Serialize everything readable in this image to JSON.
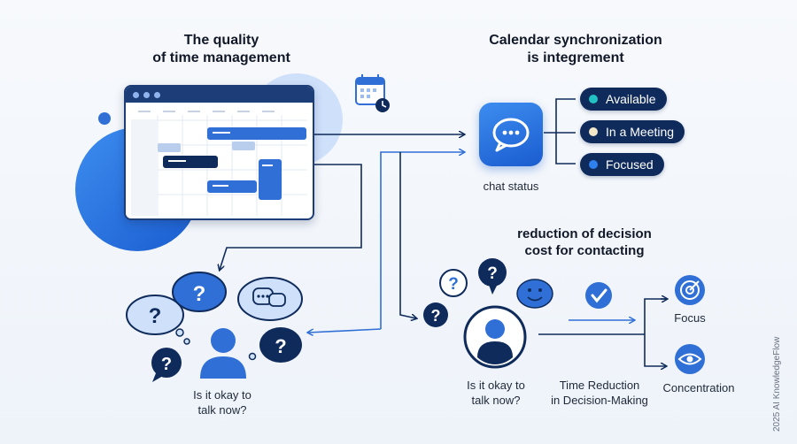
{
  "titles": {
    "left": [
      "The quality",
      "of time management"
    ],
    "right": [
      "Calendar synchronization",
      "is integrement"
    ],
    "lower_right": [
      "reduction of decision",
      "cost for contacting"
    ]
  },
  "chat_status": {
    "label": "chat status",
    "statuses": [
      {
        "label": "Available",
        "dot_color": "#22c1c3"
      },
      {
        "label": "In a Meeting",
        "dot_color": "#f3e8c8"
      },
      {
        "label": "Focused",
        "dot_color": "#2f80ed"
      }
    ]
  },
  "questions": {
    "left_caption": [
      "Is it okay to",
      "talk now?"
    ],
    "right_caption": [
      "Is it okay to",
      "talk now?"
    ]
  },
  "outcomes": {
    "middle_label": [
      "Time Reduction",
      "in Decision-Making"
    ],
    "focus": "Focus",
    "concentration": "Concentration"
  },
  "watermark": "2025 AI KnowledgeFlow",
  "colors": {
    "navy": "#0f2b5b",
    "blue": "#2f6fd6",
    "light_blue": "#cfe0fb",
    "accent": "#1a5ccf"
  },
  "icons": [
    "calendar-icon",
    "chat-bubble-icon",
    "question-bubble-icon",
    "person-icon",
    "checkmark-icon",
    "target-icon",
    "eye-icon"
  ]
}
